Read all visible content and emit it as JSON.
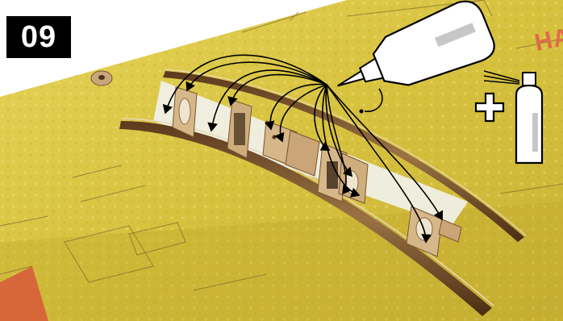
{
  "step_label": "09",
  "brand_text": "HAC",
  "icons": [
    "ca-glue-bottle-icon",
    "plus-icon",
    "activator-spray-bottle-icon",
    "glue-path-arrows"
  ],
  "colors": {
    "wing_surface": "#d6c23f",
    "wood": "#c9a77a",
    "wood_dark": "#6b4a2a",
    "badge": "#000000",
    "brand": "#e06a4a"
  }
}
